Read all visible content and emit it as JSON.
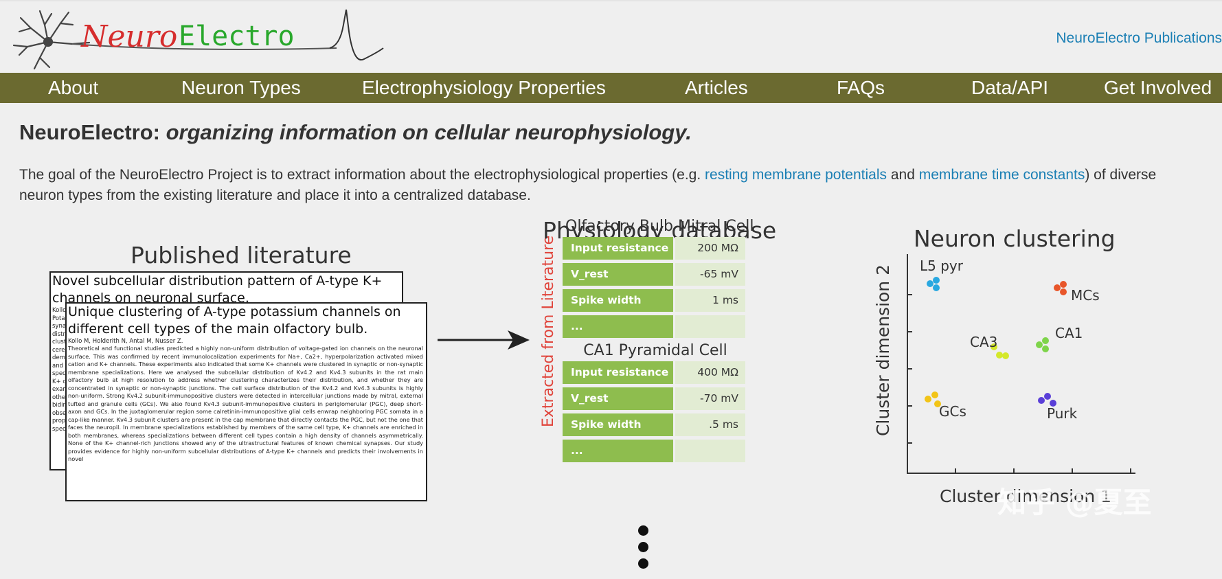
{
  "header": {
    "logo": {
      "neuro": "Neuro",
      "electro": "Electro"
    },
    "publications_link": "NeuroElectro Publications"
  },
  "nav": {
    "items": [
      {
        "label": "About"
      },
      {
        "label": "Neuron Types"
      },
      {
        "label": "Electrophysiology Properties"
      },
      {
        "label": "Articles"
      },
      {
        "label": "FAQs"
      },
      {
        "label": "Data/API"
      },
      {
        "label": "Get Involved"
      }
    ]
  },
  "main": {
    "title_plain": "NeuroElectro: ",
    "title_italic": "organizing information on cellular neurophysiology.",
    "intro": {
      "part1": "The goal of the NeuroElectro Project is to extract information about the electrophysiological properties (e.g. ",
      "link1": "resting membrane potentials",
      "part2": " and ",
      "link2": "membrane time constants",
      "part3": ") of diverse neuron types from the existing literature and place it into a centralized database."
    }
  },
  "figure": {
    "literature": {
      "heading": "Published literature",
      "back_doc": {
        "title": "Novel subcellular distribution pattern of A-type K+ channels on neuronal surface.",
        "stub_lines": [
          "Kollo",
          "Potas",
          "synap",
          "distri",
          "clust",
          "cereb",
          "demo",
          "and a",
          "speci",
          "K+ ch",
          "exam",
          "other",
          "bidin",
          "obse",
          "prop",
          "speci"
        ]
      },
      "front_doc": {
        "title": "Unique clustering of A-type potassium channels on different cell types of the main olfactory bulb.",
        "authors": "Kollo M, Holderith N, Antal M, Nusser Z.",
        "abstract": "Theoretical and functional studies predicted a highly non-uniform distribution of voltage-gated ion channels on the neuronal surface. This was confirmed by recent immunolocalization experiments for Na+, Ca2+, hyperpolarization activated mixed cation and K+ channels. These experiments also indicated that some K+ channels were clustered in synaptic or non-synaptic membrane specializations. Here we analysed the subcellular distribution of Kv4.2 and Kv4.3 subunits in the rat main olfactory bulb at high resolution to address whether clustering characterizes their distribution, and whether they are concentrated in synaptic or non-synaptic junctions. The cell surface distribution of the Kv4.2 and Kv4.3 subunits is highly non-uniform. Strong Kv4.2 subunit-immunopositive clusters were detected in intercellular junctions made by mitral, external tufted and granule cells (GCs). We also found Kv4.3 subunit-immunopositive clusters in periglomerular (PGC), deep short-axon and GCs. In the juxtaglomerular region some calretinin-immunopositive glial cells enwrap neighboring PGC somata in a cap-like manner. Kv4.3 subunit clusters are present in the cap membrane that directly contacts the PGC, but not the one that faces the neuropil. In membrane specializations established by members of the same cell type, K+ channels are enriched in both membranes, whereas specializations between different cell types contain a high density of channels asymmetrically. None of the K+ channel-rich junctions showed any of the ultrastructural features of known chemical synapses. Our study provides evidence for highly non-uniform subcellular distributions of A-type K+ channels and predicts their involvements in novel"
      }
    },
    "extracted_label": "Extracted from Literature",
    "database": {
      "heading": "Physiology database",
      "tables": [
        {
          "cell": "Olfactory Bulb Mitral Cell",
          "rows": [
            {
              "property": "Input resistance",
              "value": "200 MΩ"
            },
            {
              "property": "V_rest",
              "value": "-65 mV"
            },
            {
              "property": "Spike width",
              "value": "1 ms"
            },
            {
              "property": "...",
              "value": ""
            }
          ]
        },
        {
          "cell": "CA1 Pyramidal Cell",
          "rows": [
            {
              "property": "Input resistance",
              "value": "400 MΩ"
            },
            {
              "property": "V_rest",
              "value": "-70 mV"
            },
            {
              "property": "Spike width",
              "value": ".5 ms"
            },
            {
              "property": "...",
              "value": ""
            }
          ]
        }
      ]
    },
    "clustering": {
      "heading": "Neuron clustering",
      "ylabel": "Cluster dimension 2",
      "xlabel": "Cluster dimension 1",
      "clusters": [
        {
          "label": "L5 pyr",
          "color": "#29a8e0"
        },
        {
          "label": "MCs",
          "color": "#e8562a"
        },
        {
          "label": "CA3",
          "color": "#d4e82a"
        },
        {
          "label": "CA1",
          "color": "#7ed44a"
        },
        {
          "label": "GCs",
          "color": "#f2c417"
        },
        {
          "label": "Purk",
          "color": "#5a3fd8"
        }
      ]
    },
    "watermark": "知乎 @夏至"
  }
}
